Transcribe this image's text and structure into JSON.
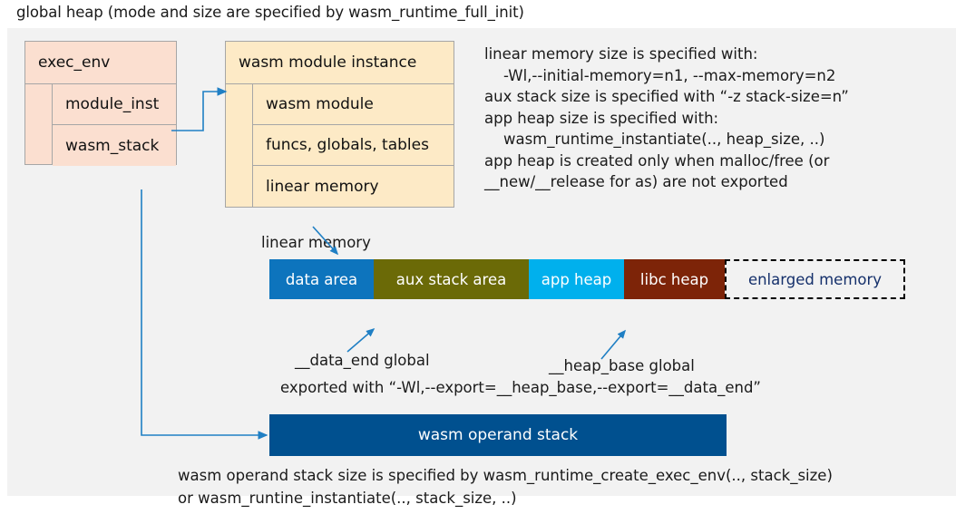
{
  "title": "global heap (mode and size are specified by wasm_runtime_full_init)",
  "exec_env": {
    "header": "exec_env",
    "fields": [
      "module_inst",
      "wasm_stack"
    ],
    "color": "#fbdfd0"
  },
  "module_instance": {
    "header": "wasm module instance",
    "fields": [
      "wasm module",
      "funcs, globals, tables",
      "linear memory"
    ],
    "color": "#fdeac6"
  },
  "runtime_notes": "linear memory size is specified with:\n    -Wl,--initial-memory=n1, --max-memory=n2\naux stack size is specified with “-z stack-size=n”\napp heap size is specified with:\n    wasm_runtime_instantiate(.., heap_size, ..)\napp heap is created only when malloc/free (or\n__new/__release for as) are not exported",
  "linear_memory": {
    "caption": "linear memory",
    "segments": [
      {
        "label": "data area",
        "color": "#0d74bd",
        "width": 115
      },
      {
        "label": "aux stack area",
        "color": "#6b6a07",
        "width": 171
      },
      {
        "label": "app heap",
        "color": "#00b0ed",
        "width": 105
      },
      {
        "label": "libc heap",
        "color": "#7d2408",
        "width": 111
      },
      {
        "label": "enlarged memory",
        "color": "#f2f2f2",
        "width": 199
      }
    ]
  },
  "annotations": {
    "data_end": "__data_end global",
    "heap_base": "__heap_base global",
    "export": "exported with “-Wl,--export=__heap_base,--export=__data_end”"
  },
  "operand_stack": {
    "label": "wasm operand stack",
    "color": "#00508f",
    "note": "wasm operand stack size is specified by wasm_runtime_create_exec_env(.., stack_size)\nor wasm_runtine_instantiate(.., stack_size, ..)"
  },
  "connector_color": "#1f7fc4"
}
